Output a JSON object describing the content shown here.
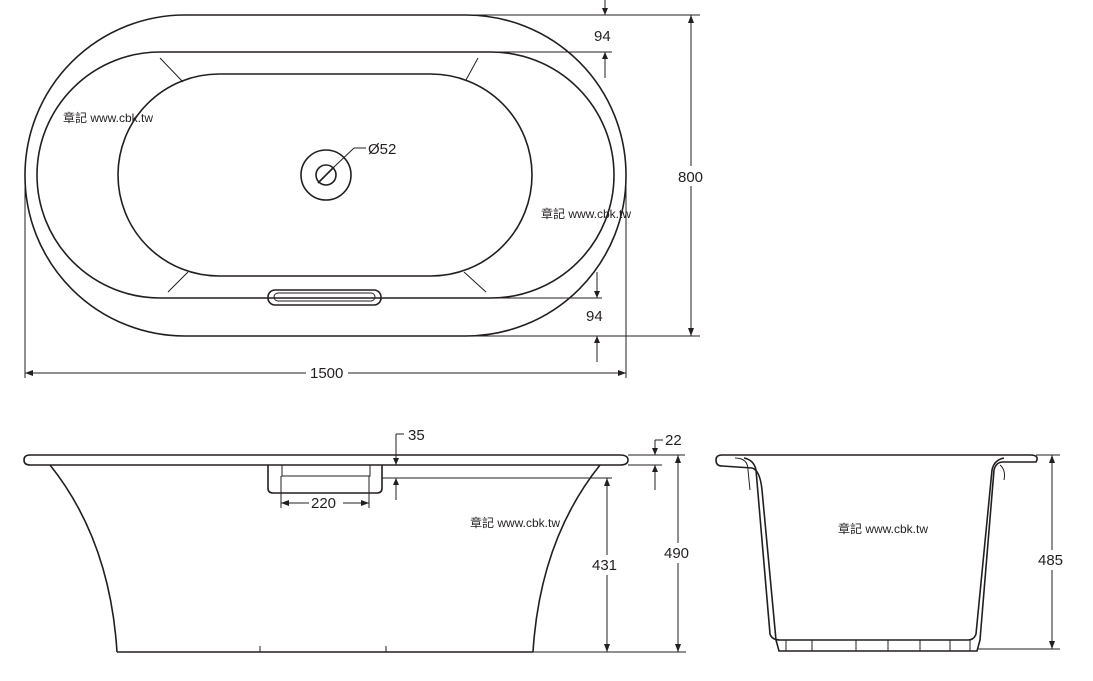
{
  "dimensions": {
    "rim_top": "94",
    "rim_bottom": "94",
    "drain_diameter": "Ø52",
    "width": "800",
    "length": "1500",
    "rim_thickness": "35",
    "edge_thickness": "22",
    "handle_width": "220",
    "inner_depth": "431",
    "total_height": "490",
    "side_height": "485"
  },
  "watermarks": {
    "top_left": "章記 www.cbk.tw",
    "top_right": "章記 www.cbk.tw",
    "front_view": "章記 www.cbk.tw",
    "side_view": "章記 www.cbk.tw"
  }
}
